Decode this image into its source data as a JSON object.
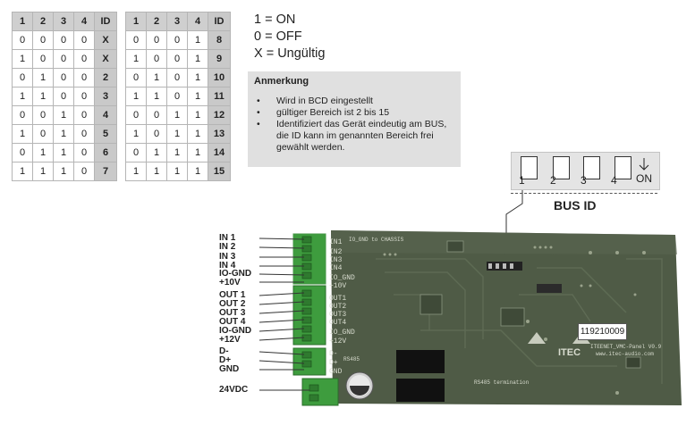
{
  "table_headers": [
    "1",
    "2",
    "3",
    "4",
    "ID"
  ],
  "table_left": [
    [
      "0",
      "0",
      "0",
      "0",
      "X"
    ],
    [
      "1",
      "0",
      "0",
      "0",
      "X"
    ],
    [
      "0",
      "1",
      "0",
      "0",
      "2"
    ],
    [
      "1",
      "1",
      "0",
      "0",
      "3"
    ],
    [
      "0",
      "0",
      "1",
      "0",
      "4"
    ],
    [
      "1",
      "0",
      "1",
      "0",
      "5"
    ],
    [
      "0",
      "1",
      "1",
      "0",
      "6"
    ],
    [
      "1",
      "1",
      "1",
      "0",
      "7"
    ]
  ],
  "table_right": [
    [
      "0",
      "0",
      "0",
      "1",
      "8"
    ],
    [
      "1",
      "0",
      "0",
      "1",
      "9"
    ],
    [
      "0",
      "1",
      "0",
      "1",
      "10"
    ],
    [
      "1",
      "1",
      "0",
      "1",
      "11"
    ],
    [
      "0",
      "0",
      "1",
      "1",
      "12"
    ],
    [
      "1",
      "0",
      "1",
      "1",
      "13"
    ],
    [
      "0",
      "1",
      "1",
      "1",
      "14"
    ],
    [
      "1",
      "1",
      "1",
      "1",
      "15"
    ]
  ],
  "legend": [
    "1 = ON",
    "0 = OFF",
    "X = Ungültig"
  ],
  "note": {
    "title": "Anmerkung",
    "items": [
      "Wird in BCD eingestellt",
      "gültiger Bereich ist 2 bis 15",
      "Identifiziert das Gerät eindeutig am BUS, die ID kann im genannten Bereich frei gewählt werden."
    ]
  },
  "dip_switch": {
    "numbers": [
      "1",
      "2",
      "3",
      "4"
    ],
    "on_label": "ON",
    "label": "BUS ID"
  },
  "pins": [
    "IN 1",
    "IN 2",
    "IN 3",
    "IN 4",
    "IO-GND",
    "+10V",
    "OUT 1",
    "OUT 2",
    "OUT 3",
    "OUT 4",
    "IO-GND",
    "+12V",
    "D-",
    "D+",
    "GND",
    "24VDC"
  ],
  "board": {
    "serial": "119210009",
    "silk_top": "IN1",
    "silk_io_gnd": "IO_GND to CHASSIS",
    "silk_in": [
      "IN2",
      "IN3",
      "IN4",
      "IO_GND",
      "+10V"
    ],
    "silk_out": [
      "OUT1",
      "OUT2",
      "OUT3",
      "OUT4",
      "IO_GND",
      "+12V"
    ],
    "silk_bus": [
      "D-",
      "D+",
      "GND"
    ],
    "silk_rs485": "RS485",
    "silk_term": "RS485 termination",
    "silk_brand": "ITEC",
    "silk_model": "ITEENET_VMC-Panel V0.9",
    "silk_web": "www.itec-audio.com",
    "colors": {
      "pcb": "#4f5b46",
      "terminal": "#3e9c3e",
      "silk": "#d8dccf"
    }
  }
}
